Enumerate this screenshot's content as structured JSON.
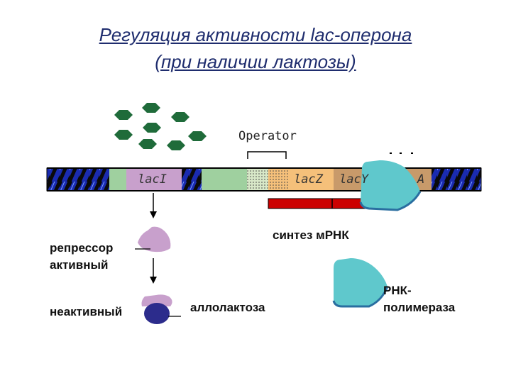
{
  "title": {
    "line1": "Регуляция активности lac-оперона",
    "line2": "(при наличии лактозы)"
  },
  "diagram": {
    "operator_label": "Operator",
    "genes": {
      "laci": "lacI",
      "lacz": "lacZ",
      "lacy": "lacY",
      "laca": "A"
    },
    "mrna_label": "синтез мРНК",
    "repressor_label": "репрессор",
    "active_label": "активный",
    "inactive_label": "неактивный",
    "allolactose_label": "аллолактоза",
    "polymerase_label_line1": "РНК-",
    "polymerase_label_line2": "полимераза"
  },
  "colors": {
    "title": "#1f2d6e",
    "dna_hatch": "#1a2bb0",
    "laci": "#c8a0cc",
    "promoter_green": "#9fd09f",
    "lacz": "#f5c07a",
    "lacy": "#c89a6a",
    "mrna": "#cc0000",
    "polymerase": "#5fc8cc",
    "repressor": "#c8a0cc",
    "allolactose": "#2c2c8c",
    "lactose": "#1f6b3a"
  }
}
